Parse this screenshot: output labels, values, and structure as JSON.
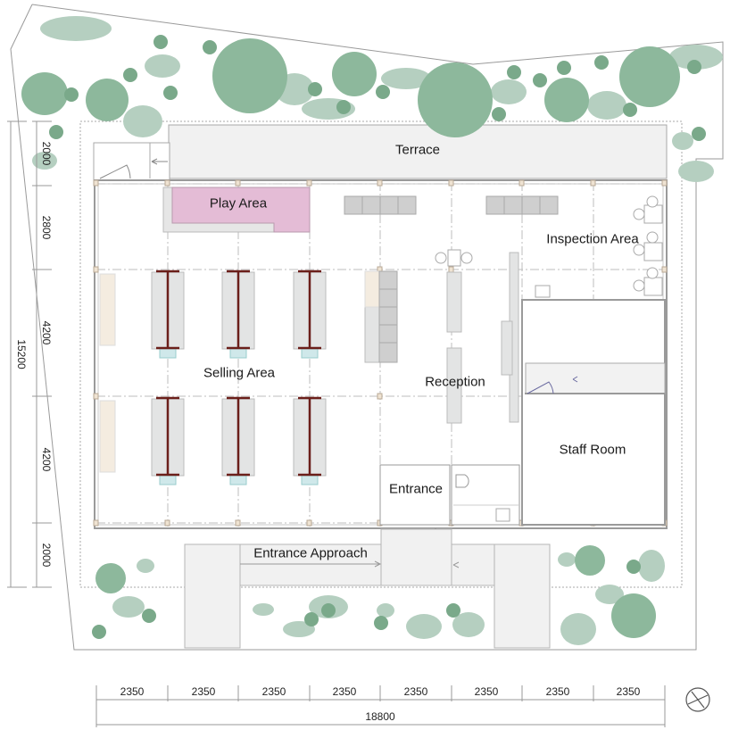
{
  "plan": {
    "rooms": {
      "terrace": "Terrace",
      "play_area": "Play Area",
      "inspection_area": "Inspection Area",
      "selling_area": "Selling Area",
      "reception": "Reception",
      "staff_room": "Staff Room",
      "entrance": "Entrance",
      "entrance_approach": "Entrance Approach"
    },
    "colors": {
      "tree_dark": "#8db89c",
      "tree_light": "#b5cfc0",
      "tree_accent": "#7aa98a",
      "play_area": "#e4bcd6",
      "shelf_grey": "#c8c8c8",
      "shelf_light": "#e3e4e4",
      "rack_brown": "#6b1f1a",
      "wall": "#9a9a9a",
      "cyan_base": "#cfe8ea",
      "beige": "#f4ece0"
    }
  },
  "dimensions": {
    "horizontal": [
      "2350",
      "2350",
      "2350",
      "2350",
      "2350",
      "2350",
      "2350",
      "2350"
    ],
    "horizontal_total": "18800",
    "vertical": [
      "2000",
      "2800",
      "4200",
      "4200",
      "2000"
    ],
    "vertical_total": "15200"
  },
  "north_arrow": "north-arrow"
}
